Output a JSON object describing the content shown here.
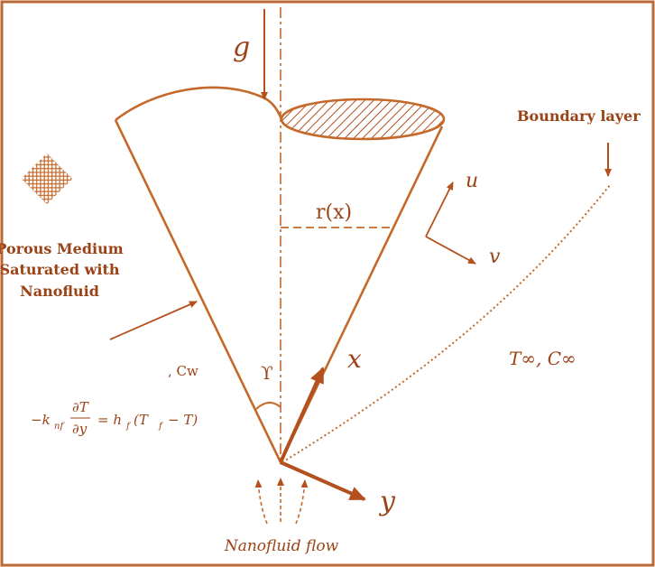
{
  "colors": {
    "stroke": "#c4692a",
    "text": "#9a4316",
    "hatch": "#b3501e",
    "border": "#bb6a35"
  },
  "labels": {
    "gravity": "g",
    "boundary_layer": "Boundary layer",
    "velocity_u": "u",
    "velocity_v": "v",
    "radius": "r(x)",
    "porous_line1": "Porous Medium",
    "porous_line2": "Saturated with",
    "porous_line3": "Nanofluid",
    "wall_concentration": ", Cw",
    "half_angle": "ϒ",
    "axis_x": "x",
    "axis_y": "y",
    "ambient": "T∞, C∞",
    "bc_lhs": "−k",
    "bc_lhs_sub": "nf",
    "bc_frac_num": "∂T",
    "bc_frac_den": "∂y",
    "bc_rhs": "= h",
    "bc_rhs_sub": "f",
    "bc_rhs_paren": "(T",
    "bc_rhs_sub2": "f",
    "bc_rhs_end": "− T)",
    "flow": "Nanofluid flow"
  }
}
